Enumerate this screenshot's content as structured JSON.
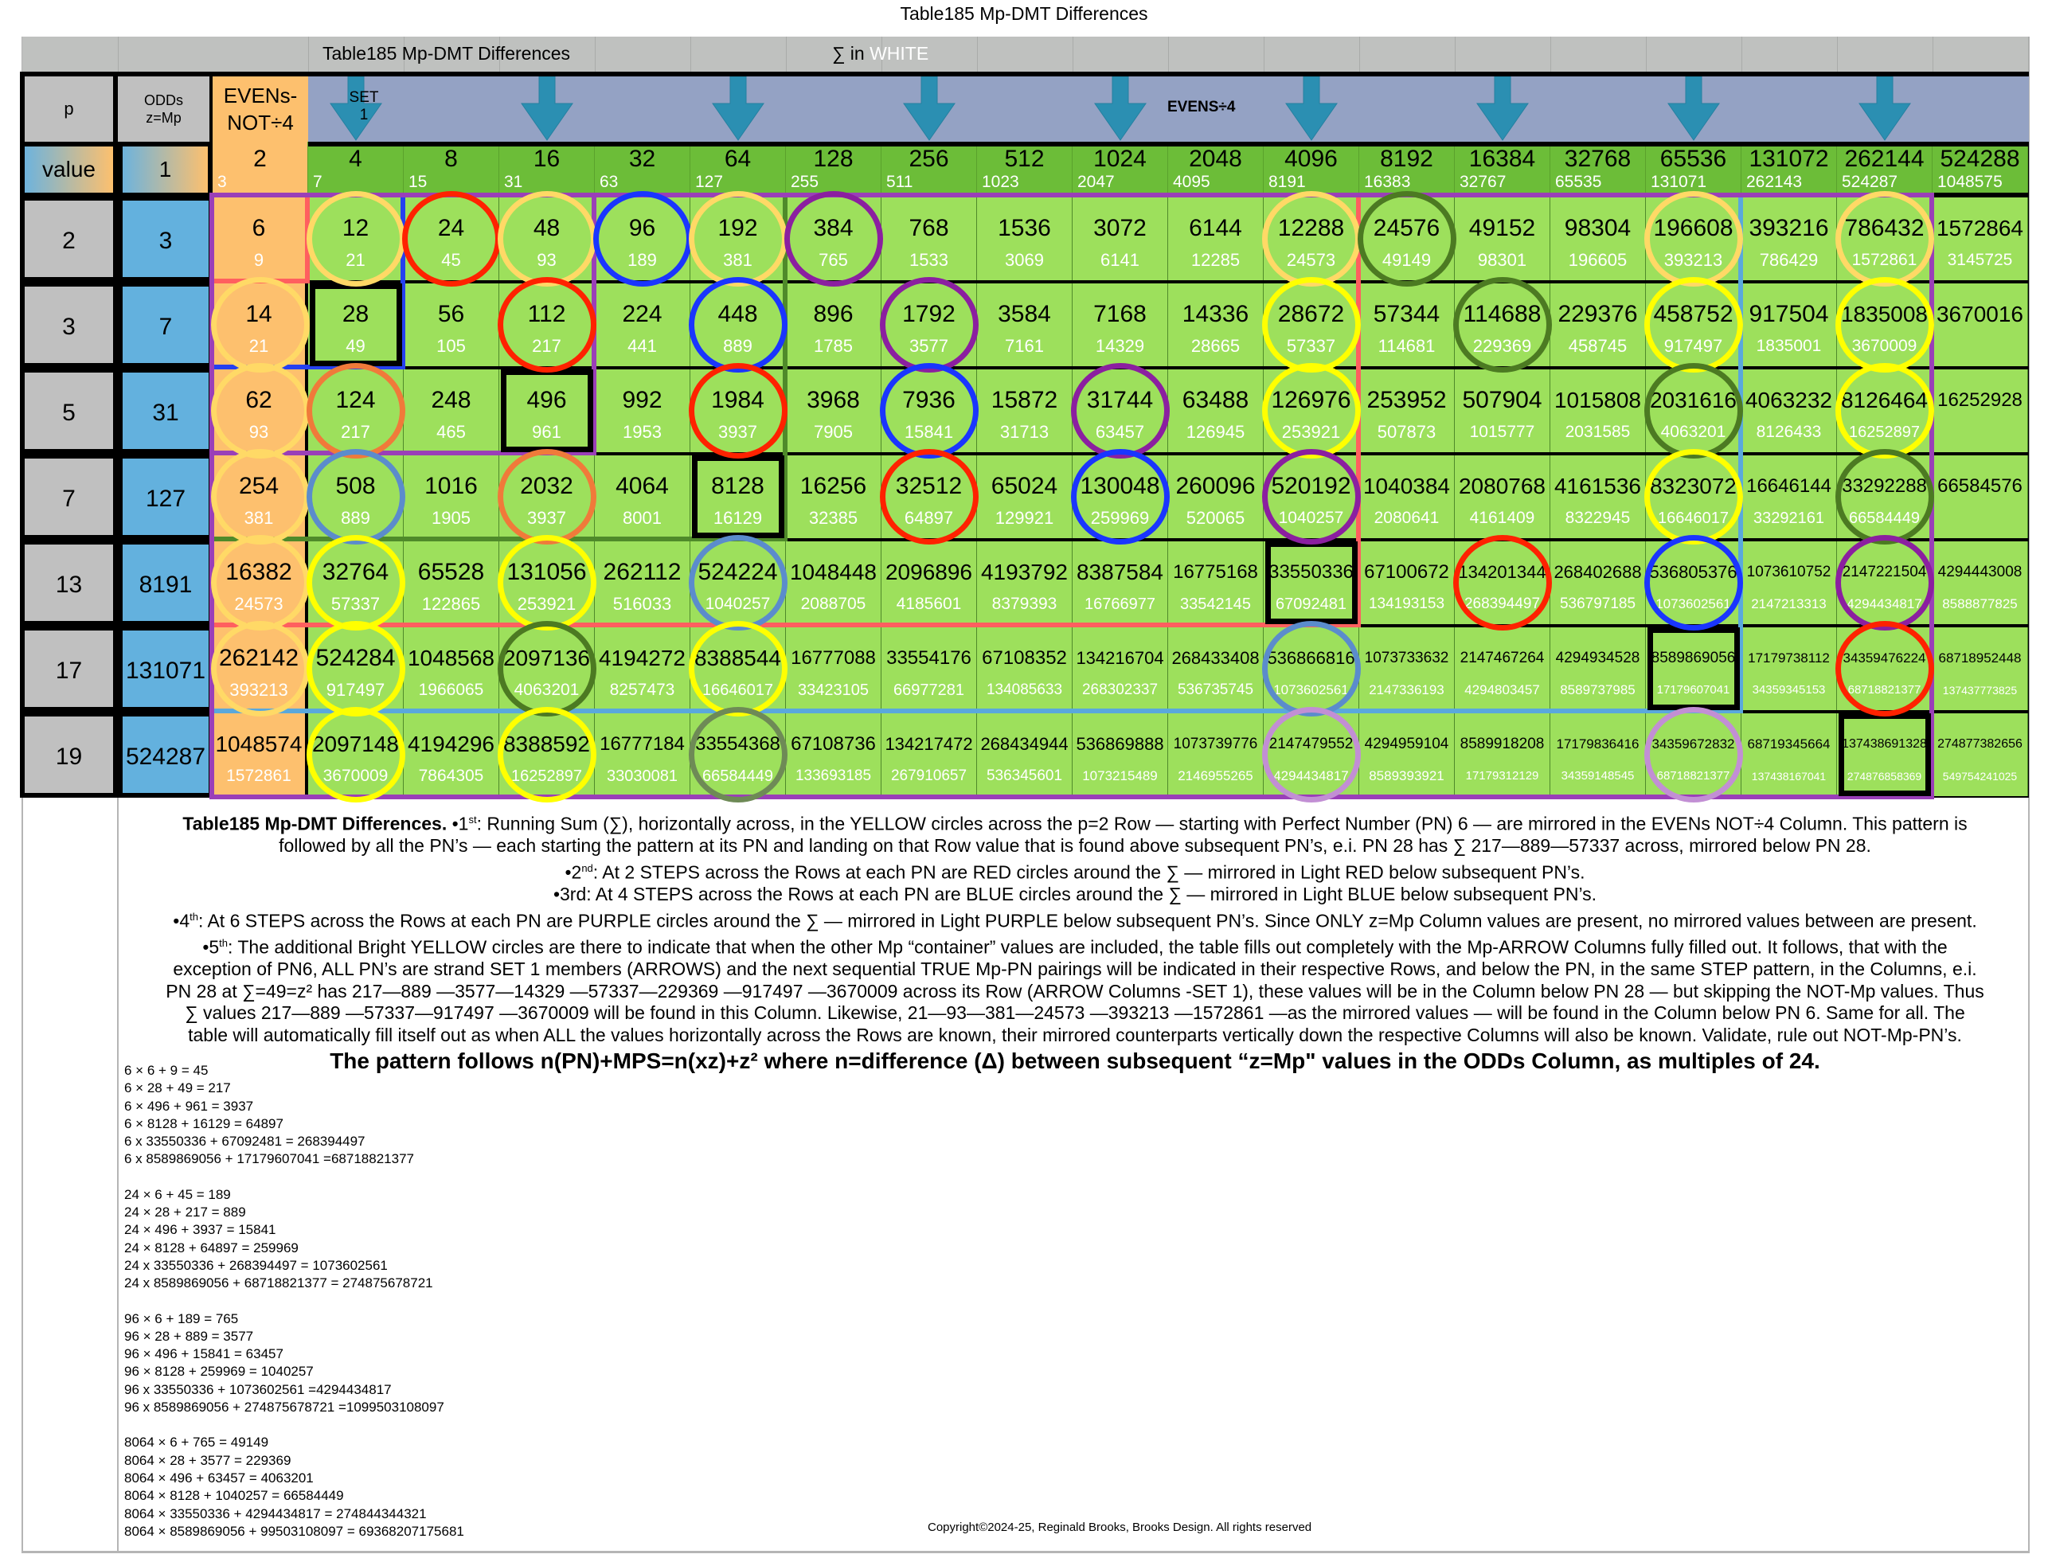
{
  "page_title": "Table185 Mp-DMT Differences",
  "header_bar": {
    "title": "Table185 Mp-DMT Differences",
    "sum_prefix": "∑ in ",
    "sum_white": "WHITE"
  },
  "header": {
    "p": "p",
    "odds_line1": "ODDs",
    "odds_line2": "z=Mp",
    "evens_line1": "EVENs-",
    "evens_line2": "NOT÷4",
    "set_line1": "SET",
    "set_line2": "1",
    "evens_div4": "EVENS÷4"
  },
  "value_row": {
    "label": "value",
    "odds_value": "1"
  },
  "columns": [
    {
      "v": "2",
      "s": "3"
    },
    {
      "v": "4",
      "s": "7"
    },
    {
      "v": "8",
      "s": "15"
    },
    {
      "v": "16",
      "s": "31"
    },
    {
      "v": "32",
      "s": "63"
    },
    {
      "v": "64",
      "s": "127"
    },
    {
      "v": "128",
      "s": "255"
    },
    {
      "v": "256",
      "s": "511"
    },
    {
      "v": "512",
      "s": "1023"
    },
    {
      "v": "1024",
      "s": "2047"
    },
    {
      "v": "2048",
      "s": "4095"
    },
    {
      "v": "4096",
      "s": "8191"
    },
    {
      "v": "8192",
      "s": "16383"
    },
    {
      "v": "16384",
      "s": "32767"
    },
    {
      "v": "32768",
      "s": "65535"
    },
    {
      "v": "65536",
      "s": "131071"
    },
    {
      "v": "131072",
      "s": "262143"
    },
    {
      "v": "262144",
      "s": "524287"
    },
    {
      "v": "524288",
      "s": "1048575"
    }
  ],
  "arrow_columns": [
    1,
    3,
    5,
    7,
    9,
    11,
    13,
    15,
    17
  ],
  "rows": [
    {
      "p": "2",
      "z": "3",
      "cells": [
        [
          "6",
          "9"
        ],
        [
          "12",
          "21"
        ],
        [
          "24",
          "45"
        ],
        [
          "48",
          "93"
        ],
        [
          "96",
          "189"
        ],
        [
          "192",
          "381"
        ],
        [
          "384",
          "765"
        ],
        [
          "768",
          "1533"
        ],
        [
          "1536",
          "3069"
        ],
        [
          "3072",
          "6141"
        ],
        [
          "6144",
          "12285"
        ],
        [
          "12288",
          "24573"
        ],
        [
          "24576",
          "49149"
        ],
        [
          "49152",
          "98301"
        ],
        [
          "98304",
          "196605"
        ],
        [
          "196608",
          "393213"
        ],
        [
          "393216",
          "786429"
        ],
        [
          "786432",
          "1572861"
        ],
        [
          "1572864",
          "3145725"
        ]
      ]
    },
    {
      "p": "3",
      "z": "7",
      "cells": [
        [
          "14",
          "21"
        ],
        [
          "28",
          "49"
        ],
        [
          "56",
          "105"
        ],
        [
          "112",
          "217"
        ],
        [
          "224",
          "441"
        ],
        [
          "448",
          "889"
        ],
        [
          "896",
          "1785"
        ],
        [
          "1792",
          "3577"
        ],
        [
          "3584",
          "7161"
        ],
        [
          "7168",
          "14329"
        ],
        [
          "14336",
          "28665"
        ],
        [
          "28672",
          "57337"
        ],
        [
          "57344",
          "114681"
        ],
        [
          "114688",
          "229369"
        ],
        [
          "229376",
          "458745"
        ],
        [
          "458752",
          "917497"
        ],
        [
          "917504",
          "1835001"
        ],
        [
          "1835008",
          "3670009"
        ],
        [
          "3670016",
          null
        ]
      ]
    },
    {
      "p": "5",
      "z": "31",
      "cells": [
        [
          "62",
          "93"
        ],
        [
          "124",
          "217"
        ],
        [
          "248",
          "465"
        ],
        [
          "496",
          "961"
        ],
        [
          "992",
          "1953"
        ],
        [
          "1984",
          "3937"
        ],
        [
          "3968",
          "7905"
        ],
        [
          "7936",
          "15841"
        ],
        [
          "15872",
          "31713"
        ],
        [
          "31744",
          "63457"
        ],
        [
          "63488",
          "126945"
        ],
        [
          "126976",
          "253921"
        ],
        [
          "253952",
          "507873"
        ],
        [
          "507904",
          "1015777"
        ],
        [
          "1015808",
          "2031585"
        ],
        [
          "2031616",
          "4063201"
        ],
        [
          "4063232",
          "8126433"
        ],
        [
          "8126464",
          "16252897"
        ],
        [
          "16252928",
          null
        ]
      ]
    },
    {
      "p": "7",
      "z": "127",
      "cells": [
        [
          "254",
          "381"
        ],
        [
          "508",
          "889"
        ],
        [
          "1016",
          "1905"
        ],
        [
          "2032",
          "3937"
        ],
        [
          "4064",
          "8001"
        ],
        [
          "8128",
          "16129"
        ],
        [
          "16256",
          "32385"
        ],
        [
          "32512",
          "64897"
        ],
        [
          "65024",
          "129921"
        ],
        [
          "130048",
          "259969"
        ],
        [
          "260096",
          "520065"
        ],
        [
          "520192",
          "1040257"
        ],
        [
          "1040384",
          "2080641"
        ],
        [
          "2080768",
          "4161409"
        ],
        [
          "4161536",
          "8322945"
        ],
        [
          "8323072",
          "16646017"
        ],
        [
          "16646144",
          "33292161"
        ],
        [
          "33292288",
          "66584449"
        ],
        [
          "66584576",
          null
        ]
      ]
    },
    {
      "p": "13",
      "z": "8191",
      "cells": [
        [
          "16382",
          "24573"
        ],
        [
          "32764",
          "57337"
        ],
        [
          "65528",
          "122865"
        ],
        [
          "131056",
          "253921"
        ],
        [
          "262112",
          "516033"
        ],
        [
          "524224",
          "1040257"
        ],
        [
          "1048448",
          "2088705"
        ],
        [
          "2096896",
          "4185601"
        ],
        [
          "4193792",
          "8379393"
        ],
        [
          "8387584",
          "16766977"
        ],
        [
          "16775168",
          "33542145"
        ],
        [
          "33550336",
          "67092481"
        ],
        [
          "67100672",
          "134193153"
        ],
        [
          "134201344",
          "268394497"
        ],
        [
          "268402688",
          "536797185"
        ],
        [
          "536805376",
          "1073602561"
        ],
        [
          "1073610752",
          "2147213313"
        ],
        [
          "2147221504",
          "4294434817"
        ],
        [
          "4294443008",
          "8588877825"
        ]
      ]
    },
    {
      "p": "17",
      "z": "131071",
      "cells": [
        [
          "262142",
          "393213"
        ],
        [
          "524284",
          "917497"
        ],
        [
          "1048568",
          "1966065"
        ],
        [
          "2097136",
          "4063201"
        ],
        [
          "4194272",
          "8257473"
        ],
        [
          "8388544",
          "16646017"
        ],
        [
          "16777088",
          "33423105"
        ],
        [
          "33554176",
          "66977281"
        ],
        [
          "67108352",
          "134085633"
        ],
        [
          "134216704",
          "268302337"
        ],
        [
          "268433408",
          "536735745"
        ],
        [
          "536866816",
          "1073602561"
        ],
        [
          "1073733632",
          "2147336193"
        ],
        [
          "2147467264",
          "4294803457"
        ],
        [
          "4294934528",
          "8589737985"
        ],
        [
          "8589869056",
          "17179607041"
        ],
        [
          "17179738112",
          "34359345153"
        ],
        [
          "34359476224",
          "68718821377"
        ],
        [
          "68718952448",
          "137437773825"
        ]
      ]
    },
    {
      "p": "19",
      "z": "524287",
      "cells": [
        [
          "1048574",
          "1572861"
        ],
        [
          "2097148",
          "3670009"
        ],
        [
          "4194296",
          "7864305"
        ],
        [
          "8388592",
          "16252897"
        ],
        [
          "16777184",
          "33030081"
        ],
        [
          "33554368",
          "66584449"
        ],
        [
          "67108736",
          "133693185"
        ],
        [
          "134217472",
          "267910657"
        ],
        [
          "268434944",
          "536345601"
        ],
        [
          "536869888",
          "1073215489"
        ],
        [
          "1073739776",
          "2146955265"
        ],
        [
          "2147479552",
          "4294434817"
        ],
        [
          "4294959104",
          "8589393921"
        ],
        [
          "8589918208",
          "17179312129"
        ],
        [
          "17179836416",
          "34359148545"
        ],
        [
          "34359672832",
          "68718821377"
        ],
        [
          "68719345664",
          "137438167041"
        ],
        [
          "137438691328",
          "274876858369"
        ],
        [
          "274877382656",
          "549754241025"
        ]
      ]
    }
  ],
  "colors": {
    "yellow_light": "#ffd966",
    "yellow": "#ffff00",
    "red": "#ff2200",
    "blue": "#1a35ff",
    "purple": "#8b1fa0",
    "dark_green": "#4c7a22",
    "light_red": "#f07a3a",
    "light_blue": "#5b8ccc",
    "light_purple": "#c28fd4",
    "gray_green": "#6e8a56",
    "rect_red": "#ff5f5f",
    "rect_blue": "#2540f0",
    "rect_purple": "#9a3fb8",
    "rect_green": "#4f8a2a",
    "rect_lightblue": "#5aa8dc"
  },
  "circles": [
    [
      0,
      1,
      "yellow_light"
    ],
    [
      0,
      2,
      "red"
    ],
    [
      0,
      3,
      "yellow_light"
    ],
    [
      0,
      4,
      "blue"
    ],
    [
      0,
      5,
      "yellow_light"
    ],
    [
      0,
      6,
      "purple"
    ],
    [
      0,
      11,
      "yellow_light"
    ],
    [
      0,
      12,
      "dark_green"
    ],
    [
      0,
      15,
      "yellow_light"
    ],
    [
      0,
      17,
      "yellow_light"
    ],
    [
      1,
      0,
      "yellow_light"
    ],
    [
      1,
      3,
      "red"
    ],
    [
      1,
      5,
      "blue"
    ],
    [
      1,
      7,
      "purple"
    ],
    [
      1,
      11,
      "yellow"
    ],
    [
      1,
      13,
      "dark_green"
    ],
    [
      1,
      15,
      "yellow"
    ],
    [
      1,
      17,
      "yellow"
    ],
    [
      2,
      0,
      "yellow_light"
    ],
    [
      2,
      1,
      "light_red"
    ],
    [
      2,
      5,
      "red"
    ],
    [
      2,
      7,
      "blue"
    ],
    [
      2,
      9,
      "purple"
    ],
    [
      2,
      11,
      "yellow"
    ],
    [
      2,
      15,
      "dark_green"
    ],
    [
      2,
      17,
      "yellow"
    ],
    [
      3,
      0,
      "yellow_light"
    ],
    [
      3,
      1,
      "light_blue"
    ],
    [
      3,
      3,
      "light_red"
    ],
    [
      3,
      7,
      "red"
    ],
    [
      3,
      9,
      "blue"
    ],
    [
      3,
      11,
      "purple"
    ],
    [
      3,
      15,
      "yellow"
    ],
    [
      3,
      17,
      "dark_green"
    ],
    [
      4,
      0,
      "yellow_light"
    ],
    [
      4,
      1,
      "yellow"
    ],
    [
      4,
      3,
      "yellow"
    ],
    [
      4,
      5,
      "light_blue"
    ],
    [
      4,
      13,
      "red"
    ],
    [
      4,
      15,
      "blue"
    ],
    [
      4,
      17,
      "purple"
    ],
    [
      5,
      0,
      "yellow_light"
    ],
    [
      5,
      1,
      "yellow"
    ],
    [
      5,
      3,
      "dark_green"
    ],
    [
      5,
      5,
      "yellow"
    ],
    [
      5,
      11,
      "light_blue"
    ],
    [
      5,
      17,
      "red"
    ],
    [
      6,
      1,
      "yellow"
    ],
    [
      6,
      3,
      "yellow"
    ],
    [
      6,
      5,
      "gray_green"
    ],
    [
      6,
      11,
      "light_purple"
    ],
    [
      6,
      15,
      "light_purple"
    ]
  ],
  "black_boxes": [
    [
      1,
      1
    ],
    [
      2,
      3
    ],
    [
      3,
      5
    ],
    [
      4,
      11
    ],
    [
      5,
      15
    ],
    [
      6,
      17
    ]
  ],
  "pattern_rects": [
    [
      0,
      0,
      "rect_red"
    ],
    [
      1,
      1,
      "rect_blue"
    ],
    [
      2,
      3,
      "rect_purple"
    ],
    [
      3,
      5,
      "rect_green"
    ],
    [
      4,
      11,
      "rect_red"
    ],
    [
      5,
      15,
      "rect_lightblue"
    ],
    [
      6,
      17,
      "rect_purple"
    ]
  ],
  "paragraph": {
    "l1_bold": "Table185 Mp-DMT Differences.",
    "l1_pre": "  •1",
    "l1_sup": "st",
    "l1_text": ":  Running Sum (∑), horizontally across, in the YELLOW circles across the p=2 Row — starting with Perfect Number (PN) 6 —  are mirrored in the EVENs NOT÷4 Column. This pattern is",
    "l2": "followed by all the PN’s — each starting the pattern at its PN and landing on that Row value that is found above subsequent PN’s, e.i. PN 28 has ∑ 217—889—57337 across, mirrored below PN 28.",
    "l3_pre": "•2",
    "l3_sup": "nd",
    "l3_text": ": At 2 STEPS across the Rows at each PN are RED circles around the ∑ — mirrored in Light RED below subsequent PN’s.",
    "l4": "•3rd: At 4 STEPS across the Rows at each PN are BLUE circles around the ∑ — mirrored in Light BLUE below subsequent PN’s.",
    "l5_pre": "•4",
    "l5_sup": "th",
    "l5_text": ": At 6 STEPS across the Rows at each PN are PURPLE circles around the ∑ — mirrored in Light PURPLE below subsequent PN’s. Since ONLY z=Mp Column values are present, no mirrored values between are present.",
    "l6_pre": "•5",
    "l6_sup": "th",
    "l6_text": ": The additional Bright YELLOW circles are there to indicate that when the other Mp “container” values are included, the table fills out completely with the Mp-ARROW Columns fully filled out. It follows, that with the",
    "l7": "exception of PN6, ALL PN’s are strand SET 1 members (ARROWS) and the next sequential TRUE Mp-PN pairings will be indicated in their respective Rows, and below the PN, in the same STEP pattern, in the Columns, e.i.",
    "l8": "PN 28 at ∑=49=z² has 217—889 —3577—14329 —57337—229369 —917497 —3670009 across its Row (ARROW Columns -SET 1), these values will be in the Column below PN 28 — but skipping the NOT-Mp values. Thus",
    "l9": "∑ values 217—889 —57337—917497 —3670009 will be found in this Column. Likewise, 21—93—381—24573 —393213 —1572861 —as the mirrored values — will be found in the Column below PN 6. Same for all. The",
    "l10": "table will automatically fill itself out as when ALL the values horizontally across the Rows are known, their mirrored counterparts vertically down the respective Columns will also be known. Validate, rule out NOT-Mp-PN’s.",
    "l11": "The pattern follows n(PN)+MPS=n(xz)+z² where n=difference (Δ) between subsequent “z=Mp\" values in the ODDs Column, as multiples of 24."
  },
  "formula_groups": [
    [
      "6 × 6 + 9 = 45",
      "6 × 28 + 49 = 217",
      "6 × 496 + 961 = 3937",
      "6 × 8128 + 16129 = 64897",
      "6 x 33550336 + 67092481 = 268394497",
      "6 x  8589869056 + 17179607041 =68718821377"
    ],
    [
      "24 × 6 + 45 = 189",
      "24 × 28 + 217 = 889",
      "24 × 496 + 3937 = 15841",
      "24 × 8128 + 64897 = 259969",
      "24 x 33550336  + 268394497 = 1073602561",
      "24 x  8589869056 + 68718821377 = 274875678721"
    ],
    [
      "96 × 6 + 189 = 765",
      "96 × 28 + 889 = 3577",
      "96 × 496 + 15841 = 63457",
      "96 × 8128 + 259969 = 1040257",
      "96 x 33550336  + 1073602561 =4294434817",
      "96 x 8589869056  +  274875678721 =1099503108097"
    ],
    [
      "8064 × 6 + 765 = 49149",
      "8064 × 28 + 3577 = 229369",
      "8064 × 496 + 63457 = 4063201",
      "8064 × 8128 + 1040257 = 66584449",
      "8064 × 33550336 + 4294434817 = 274844344321",
      "8064 × 8589869056 + 99503108097 = 69368207175681"
    ]
  ],
  "copyright": "Copyright©2024-25, Reginald Brooks, Brooks Design. All rights reserved"
}
